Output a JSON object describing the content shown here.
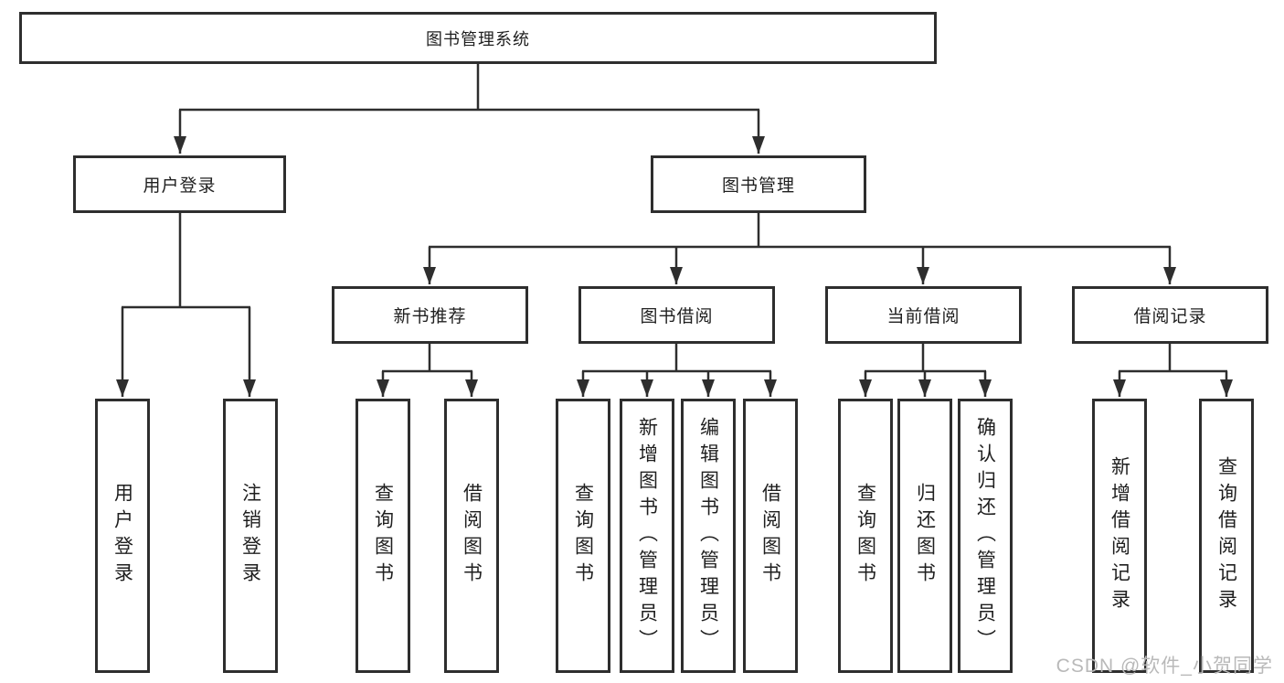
{
  "diagram": {
    "root": "图书管理系统",
    "login_branch": {
      "label": "用户登录",
      "children": [
        "用户登录",
        "注销登录"
      ]
    },
    "manage_branch": {
      "label": "图书管理"
    },
    "sections": [
      {
        "label": "新书推荐",
        "children": [
          "查询图书",
          "借阅图书"
        ]
      },
      {
        "label": "图书借阅",
        "children": [
          "查询图书",
          "新增图书（管理员）",
          "编辑图书（管理员）",
          "借阅图书"
        ]
      },
      {
        "label": "当前借阅",
        "children": [
          "查询图书",
          "归还图书",
          "确认归还（管理员）"
        ]
      },
      {
        "label": "借阅记录",
        "children": [
          "新增借阅记录",
          "查询借阅记录"
        ]
      }
    ]
  },
  "watermark": "CSDN @软件_小贺同学",
  "colors": {
    "line": "#2e2e2e",
    "text": "#1f1f1f",
    "background": "#ffffff",
    "watermark": "#b9b9b9"
  }
}
